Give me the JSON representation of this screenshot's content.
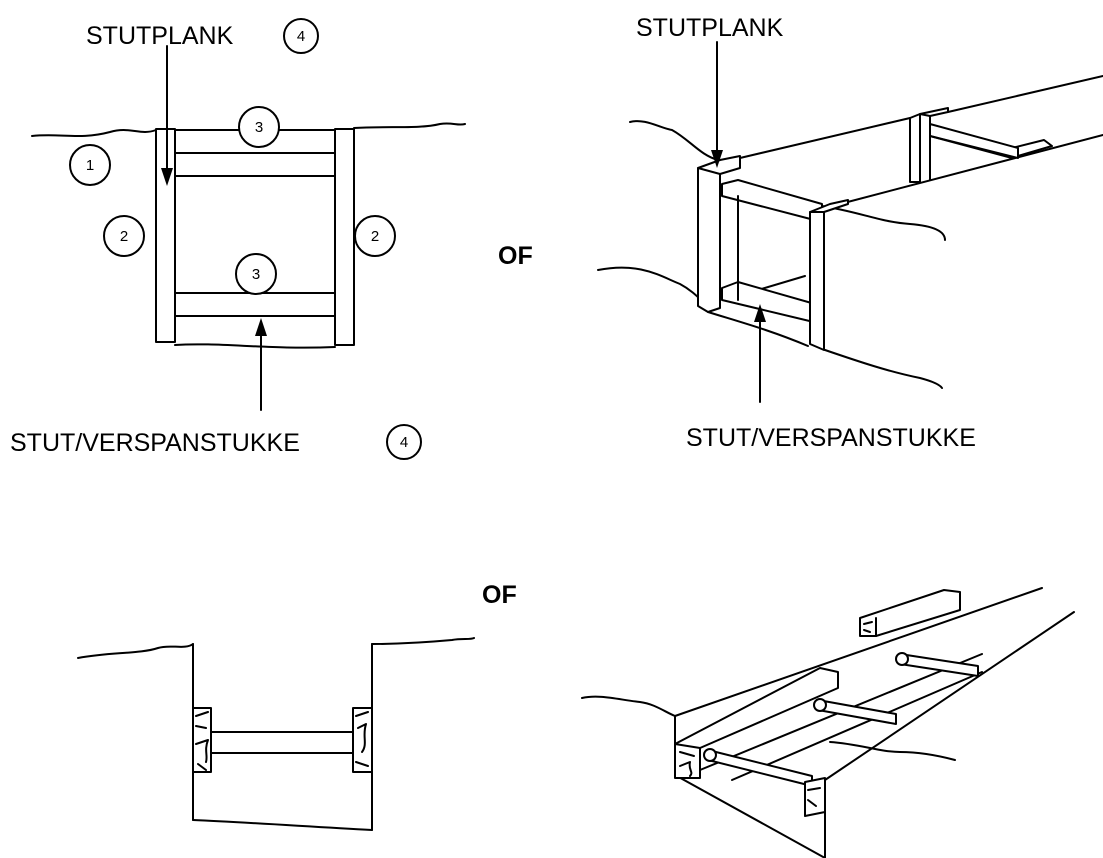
{
  "labels": {
    "top_left_plank": "STUTPLANK",
    "top_left_strut": "STUT/VERSPANSTUKKE",
    "top_right_plank": "STUTPLANK",
    "top_right_strut": "STUT/VERSPANSTUKKE",
    "or_1": "OF",
    "or_2": "OF"
  },
  "markers": {
    "ground": "1",
    "upright_left": "2",
    "upright_right": "2",
    "strut_top": "3",
    "strut_bottom": "3",
    "plank_ref": "4",
    "strut_ref": "4"
  }
}
